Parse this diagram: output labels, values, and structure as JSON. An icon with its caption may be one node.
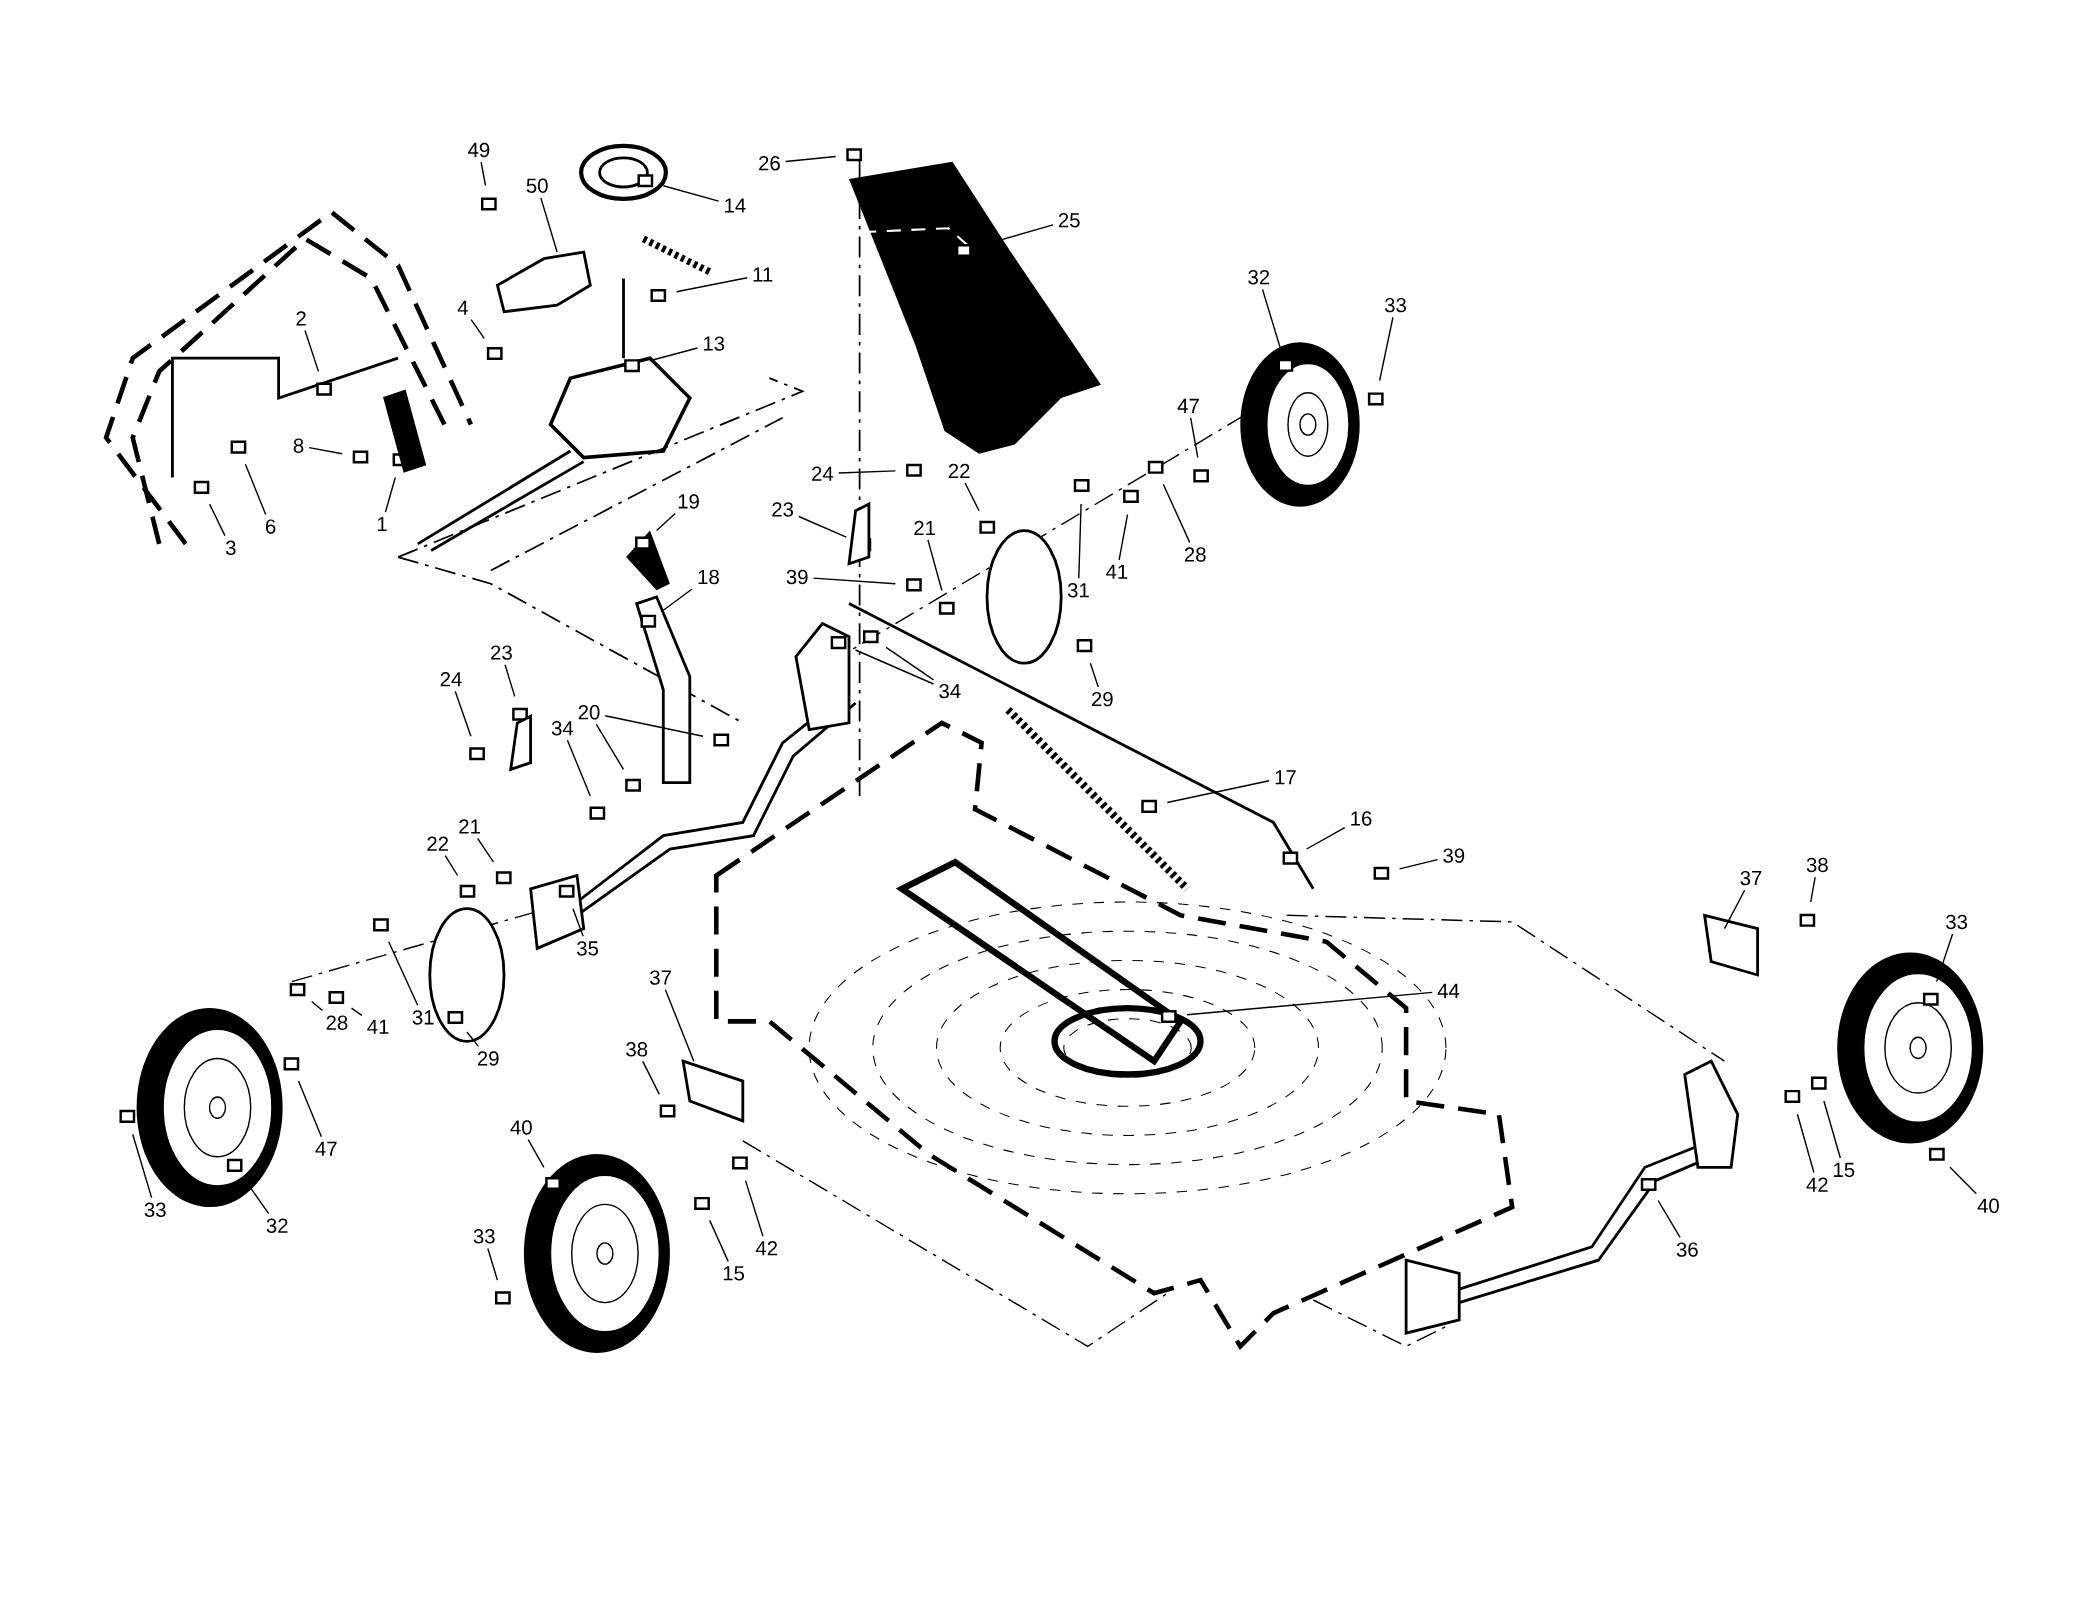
{
  "diagram": {
    "nodes": [
      {
        "text": [
          "49"
        ]
      },
      {
        "text": [
          "50"
        ]
      },
      {
        "text": [
          "14"
        ]
      },
      {
        "text": [
          "11"
        ]
      },
      {
        "text": [
          "2"
        ]
      },
      {
        "text": [
          "4"
        ]
      },
      {
        "text": [
          "13"
        ]
      },
      {
        "text": [
          "8"
        ]
      },
      {
        "text": [
          "3"
        ]
      },
      {
        "text": [
          "6"
        ]
      },
      {
        "text": [
          "1"
        ]
      },
      {
        "text": [
          "26"
        ]
      },
      {
        "text": [
          "25"
        ]
      },
      {
        "text": [
          "32"
        ]
      },
      {
        "text": [
          "33"
        ]
      },
      {
        "text": [
          "47"
        ]
      },
      {
        "text": [
          "24"
        ]
      },
      {
        "text": [
          "22"
        ]
      },
      {
        "text": [
          "23"
        ]
      },
      {
        "text": [
          "19"
        ]
      },
      {
        "text": [
          "21"
        ]
      },
      {
        "text": [
          "41"
        ]
      },
      {
        "text": [
          "28"
        ]
      },
      {
        "text": [
          "31"
        ]
      },
      {
        "text": [
          "39"
        ]
      },
      {
        "text": [
          "18"
        ]
      },
      {
        "text": [
          "34"
        ]
      },
      {
        "text": [
          "29"
        ]
      },
      {
        "text": [
          "24"
        ]
      },
      {
        "text": [
          "23"
        ]
      },
      {
        "text": [
          "20"
        ]
      },
      {
        "text": [
          "34"
        ]
      },
      {
        "text": [
          "22"
        ]
      },
      {
        "text": [
          "21"
        ]
      },
      {
        "text": [
          "17"
        ]
      },
      {
        "text": [
          "16"
        ]
      },
      {
        "text": [
          "39"
        ]
      },
      {
        "text": [
          "35"
        ]
      },
      {
        "text": [
          "37"
        ]
      },
      {
        "text": [
          "38"
        ]
      },
      {
        "text": [
          "33"
        ]
      },
      {
        "text": [
          "44"
        ]
      },
      {
        "text": [
          "41"
        ]
      },
      {
        "text": [
          "31"
        ]
      },
      {
        "text": [
          "28"
        ]
      },
      {
        "text": [
          "29"
        ]
      },
      {
        "text": [
          "37"
        ]
      },
      {
        "text": [
          "38"
        ]
      },
      {
        "text": [
          "47"
        ]
      },
      {
        "text": [
          "40"
        ]
      },
      {
        "text": [
          "33"
        ]
      },
      {
        "text": [
          "32"
        ]
      },
      {
        "text": [
          "15"
        ]
      },
      {
        "text": [
          "42"
        ]
      },
      {
        "text": [
          "33"
        ]
      },
      {
        "text": [
          "36"
        ]
      },
      {
        "text": [
          "42"
        ]
      },
      {
        "text": [
          "15"
        ]
      },
      {
        "text": [
          "40"
        ]
      }
    ],
    "edges": [
      {
        "from": 0,
        "to": null,
        "arrow": "none"
      },
      {
        "from": 1,
        "to": null,
        "arrow": "none"
      },
      {
        "from": 2,
        "to": null,
        "arrow": "none"
      },
      {
        "from": 3,
        "to": null,
        "arrow": "none"
      },
      {
        "from": 4,
        "to": null,
        "arrow": "none"
      },
      {
        "from": 5,
        "to": null,
        "arrow": "none"
      },
      {
        "from": 6,
        "to": null,
        "arrow": "none"
      },
      {
        "from": 7,
        "to": null,
        "arrow": "none"
      },
      {
        "from": 8,
        "to": null,
        "arrow": "none"
      },
      {
        "from": 9,
        "to": null,
        "arrow": "none"
      },
      {
        "from": 10,
        "to": null,
        "arrow": "none"
      },
      {
        "from": 11,
        "to": null,
        "arrow": "none"
      },
      {
        "from": 12,
        "to": null,
        "arrow": "none"
      },
      {
        "from": 13,
        "to": null,
        "arrow": "none"
      },
      {
        "from": 14,
        "to": null,
        "arrow": "none"
      },
      {
        "from": 15,
        "to": null,
        "arrow": "none"
      },
      {
        "from": 16,
        "to": null,
        "arrow": "none"
      },
      {
        "from": 17,
        "to": null,
        "arrow": "none"
      },
      {
        "from": 18,
        "to": null,
        "arrow": "none"
      },
      {
        "from": 19,
        "to": null,
        "arrow": "none"
      },
      {
        "from": 20,
        "to": null,
        "arrow": "none"
      },
      {
        "from": 21,
        "to": null,
        "arrow": "none"
      },
      {
        "from": 22,
        "to": null,
        "arrow": "none"
      },
      {
        "from": 23,
        "to": null,
        "arrow": "none"
      },
      {
        "from": 24,
        "to": null,
        "arrow": "none"
      },
      {
        "from": 25,
        "to": null,
        "arrow": "none"
      },
      {
        "from": 26,
        "to": null,
        "arrow": "none"
      },
      {
        "from": 26,
        "to": null,
        "arrow": "none"
      },
      {
        "from": 27,
        "to": null,
        "arrow": "none"
      },
      {
        "from": 28,
        "to": null,
        "arrow": "none"
      },
      {
        "from": 29,
        "to": null,
        "arrow": "none"
      },
      {
        "from": 30,
        "to": null,
        "arrow": "none"
      },
      {
        "from": 30,
        "to": null,
        "arrow": "none"
      },
      {
        "from": 31,
        "to": null,
        "arrow": "none"
      },
      {
        "from": 32,
        "to": null,
        "arrow": "none"
      },
      {
        "from": 33,
        "to": null,
        "arrow": "none"
      },
      {
        "from": 34,
        "to": null,
        "arrow": "none"
      },
      {
        "from": 35,
        "to": null,
        "arrow": "none"
      },
      {
        "from": 36,
        "to": null,
        "arrow": "none"
      },
      {
        "from": 37,
        "to": null,
        "arrow": "none"
      },
      {
        "from": 38,
        "to": null,
        "arrow": "none"
      },
      {
        "from": 39,
        "to": null,
        "arrow": "none"
      },
      {
        "from": 40,
        "to": null,
        "arrow": "none"
      },
      {
        "from": 41,
        "to": null,
        "arrow": "none"
      },
      {
        "from": 42,
        "to": null,
        "arrow": "none"
      },
      {
        "from": 43,
        "to": null,
        "arrow": "none"
      },
      {
        "from": 44,
        "to": null,
        "arrow": "none"
      },
      {
        "from": 45,
        "to": null,
        "arrow": "none"
      },
      {
        "from": 46,
        "to": null,
        "arrow": "none"
      },
      {
        "from": 47,
        "to": null,
        "arrow": "none"
      },
      {
        "from": 48,
        "to": null,
        "arrow": "none"
      },
      {
        "from": 49,
        "to": null,
        "arrow": "none"
      },
      {
        "from": 50,
        "to": null,
        "arrow": "none"
      },
      {
        "from": 51,
        "to": null,
        "arrow": "none"
      },
      {
        "from": 52,
        "to": null,
        "arrow": "none"
      },
      {
        "from": 53,
        "to": null,
        "arrow": "none"
      },
      {
        "from": 54,
        "to": null,
        "arrow": "none"
      },
      {
        "from": 55,
        "to": null,
        "arrow": "none"
      },
      {
        "from": 56,
        "to": null,
        "arrow": "none"
      },
      {
        "from": 57,
        "to": null,
        "arrow": "none"
      },
      {
        "from": 58,
        "to": null,
        "arrow": "none"
      }
    ]
  }
}
